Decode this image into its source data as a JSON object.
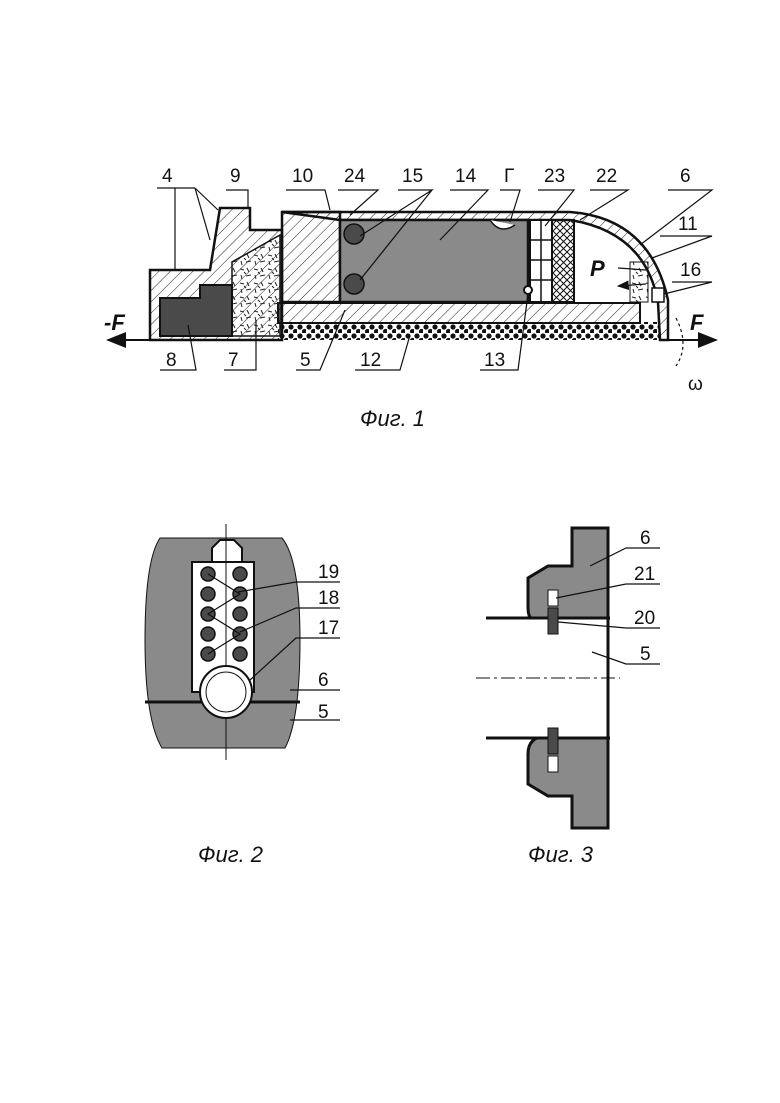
{
  "figure1": {
    "caption": "Фиг. 1",
    "labels": [
      "4",
      "9",
      "10",
      "24",
      "15",
      "14",
      "Г",
      "23",
      "22",
      "6",
      "11",
      "16",
      "8",
      "7",
      "5",
      "12",
      "13"
    ],
    "force_left": "-F",
    "force_right": "F",
    "pressure": "P",
    "omega": "ω"
  },
  "figure2": {
    "caption": "Фиг. 2",
    "labels": [
      "19",
      "18",
      "17",
      "6",
      "5"
    ]
  },
  "figure3": {
    "caption": "Фиг. 3",
    "labels": [
      "6",
      "21",
      "20",
      "5"
    ]
  },
  "colors": {
    "part_fill": "#8a8a8a",
    "dark_fill": "#4a4a4a",
    "line": "#111111"
  }
}
